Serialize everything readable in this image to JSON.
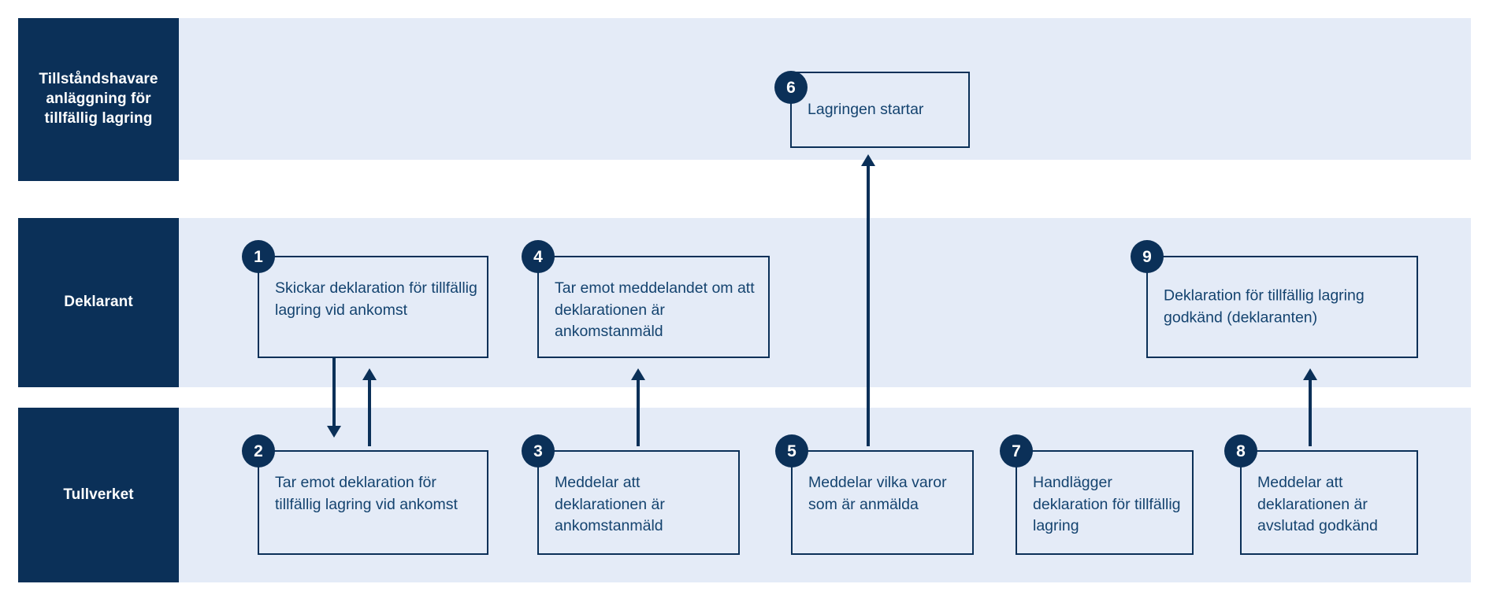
{
  "diagram": {
    "title": "Tillfallig lagring process",
    "colors": {
      "lane_header_bg": "#0b3058",
      "lane_band_bg": "#e4ebf7",
      "node_border": "#0b3058",
      "node_text": "#14436f",
      "badge_bg": "#0b3058",
      "page_bg": "#ffffff"
    }
  },
  "lanes": [
    {
      "id": "lane-tillstandshavare",
      "label": "Tillståndshavare anläggning för tillfällig lagring"
    },
    {
      "id": "lane-deklarant",
      "label": "Deklarant"
    },
    {
      "id": "lane-tullverket",
      "label": "Tullverket"
    }
  ],
  "nodes": [
    {
      "id": "node-1",
      "number": "1",
      "lane": "lane-deklarant",
      "text": "Skickar deklaration för tillfällig lagring vid ankomst"
    },
    {
      "id": "node-2",
      "number": "2",
      "lane": "lane-tullverket",
      "text": "Tar emot deklaration för tillfällig lagring vid ankomst"
    },
    {
      "id": "node-3",
      "number": "3",
      "lane": "lane-tullverket",
      "text": "Meddelar att deklarationen är ankomstanmäld"
    },
    {
      "id": "node-4",
      "number": "4",
      "lane": "lane-deklarant",
      "text": "Tar emot meddelandet om att deklarationen är ankomstanmäld"
    },
    {
      "id": "node-5",
      "number": "5",
      "lane": "lane-tullverket",
      "text": "Meddelar vilka varor som är anmälda"
    },
    {
      "id": "node-6",
      "number": "6",
      "lane": "lane-tillstandshavare",
      "text": "Lagringen startar"
    },
    {
      "id": "node-7",
      "number": "7",
      "lane": "lane-tullverket",
      "text": "Handlägger deklaration för tillfällig lagring"
    },
    {
      "id": "node-8",
      "number": "8",
      "lane": "lane-tullverket",
      "text": "Meddelar att deklarationen är avslutad godkänd"
    },
    {
      "id": "node-9",
      "number": "9",
      "lane": "lane-deklarant",
      "text": "Deklaration för tillfällig lagring godkänd (deklaranten)"
    }
  ],
  "connectors": [
    {
      "id": "conn-1-2",
      "from": "node-1",
      "to": "node-2",
      "direction": "down"
    },
    {
      "id": "conn-2-1",
      "from": "node-2",
      "to": "node-1",
      "direction": "up"
    },
    {
      "id": "conn-3-4",
      "from": "node-3",
      "to": "node-4",
      "direction": "up"
    },
    {
      "id": "conn-5-6",
      "from": "node-5",
      "to": "node-6",
      "direction": "up"
    },
    {
      "id": "conn-8-9",
      "from": "node-8",
      "to": "node-9",
      "direction": "up"
    }
  ]
}
